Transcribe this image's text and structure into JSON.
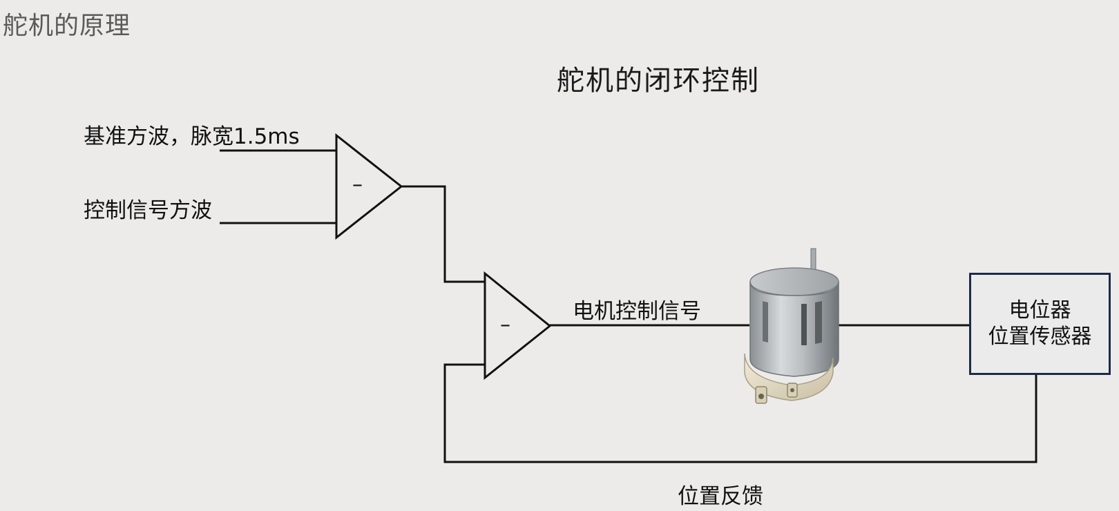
{
  "slide": {
    "title": "舵机的原理"
  },
  "diagram": {
    "title": "舵机的闭环控制",
    "inputs": {
      "reference": "基准方波，脉宽1.5ms",
      "control": "控制信号方波"
    },
    "comparator1": {
      "sign": "–"
    },
    "comparator2": {
      "sign": "–"
    },
    "motor_signal": "电机控制信号",
    "sensor": {
      "line1": "电位器",
      "line2": "位置传感器"
    },
    "feedback": "位置反馈"
  }
}
